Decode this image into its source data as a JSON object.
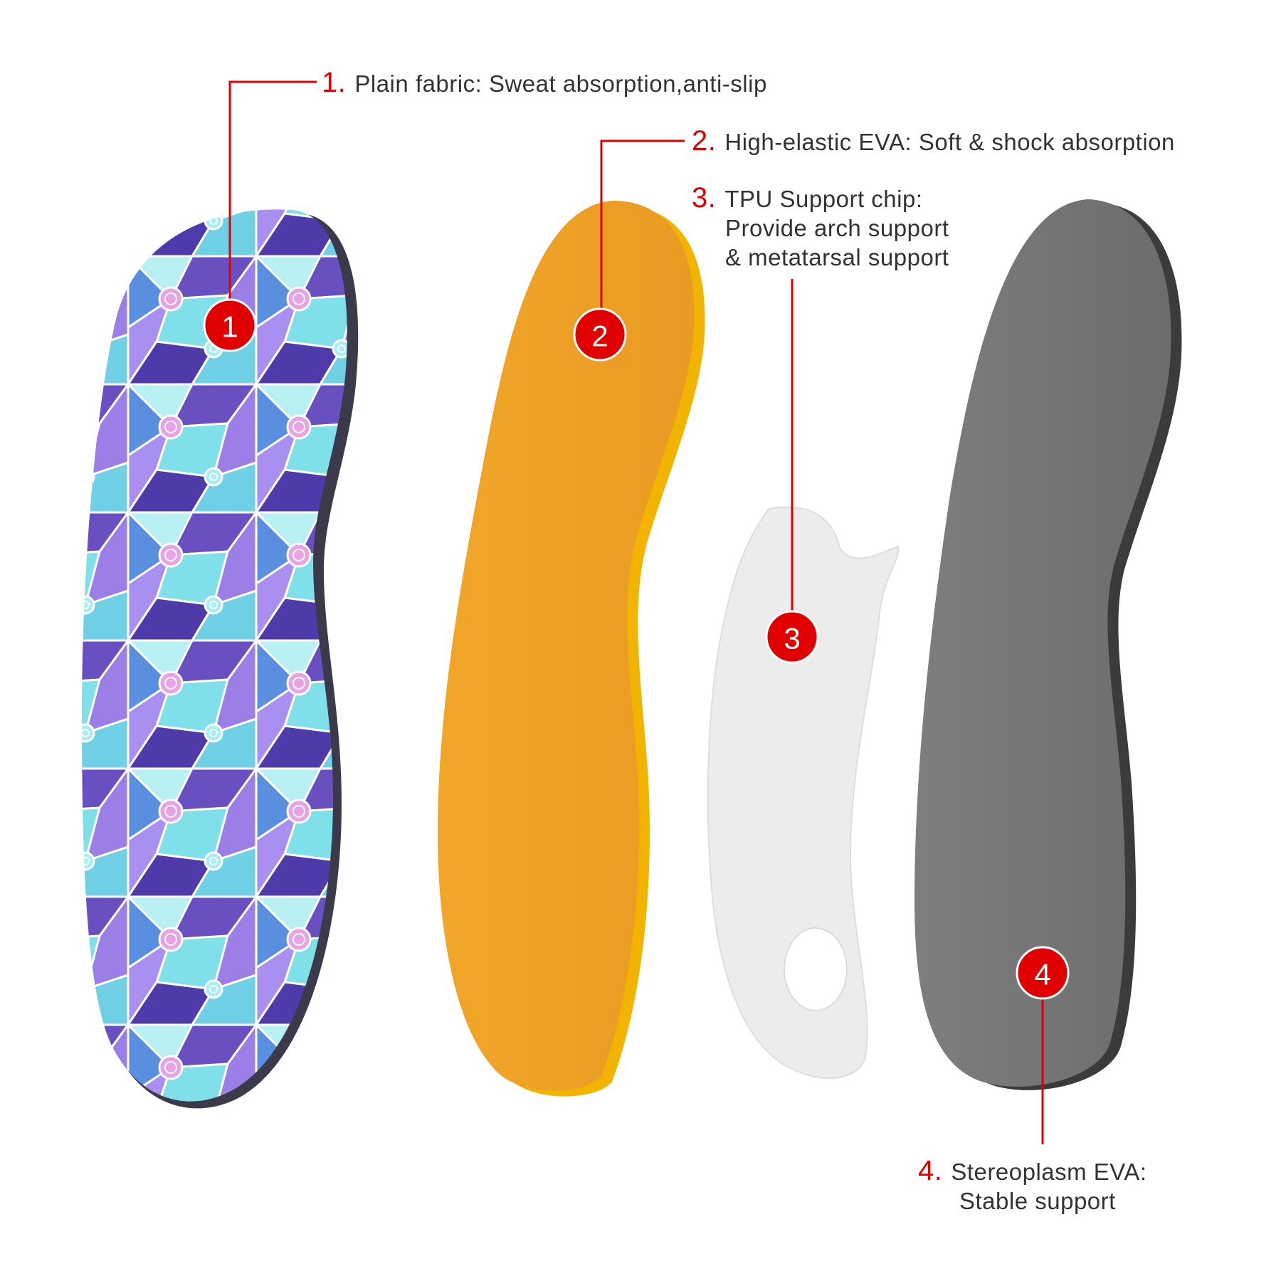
{
  "colors": {
    "callout_red": "#e00000",
    "label_text": "#333333",
    "fabric_purple": "#7b5cc7",
    "fabric_cyan": "#7fe0ea",
    "eva_orange": "#f0a62c",
    "tpu_white": "#eeeeee",
    "base_gray": "#777777"
  },
  "layers": [
    {
      "number": "1",
      "index_label": "1.",
      "lines": [
        "Plain fabric: Sweat absorption,anti-slip"
      ],
      "icon": "patterned-fabric-insole"
    },
    {
      "number": "2",
      "index_label": "2.",
      "lines": [
        "High-elastic EVA: Soft & shock absorption"
      ],
      "icon": "orange-eva-insole"
    },
    {
      "number": "3",
      "index_label": "3.",
      "lines": [
        "TPU Support chip:",
        "Provide arch support",
        "& metatarsal support"
      ],
      "icon": "tpu-support-chip"
    },
    {
      "number": "4",
      "index_label": "4.",
      "lines": [
        "Stereoplasm EVA:",
        "Stable support"
      ],
      "icon": "gray-eva-insole"
    }
  ]
}
